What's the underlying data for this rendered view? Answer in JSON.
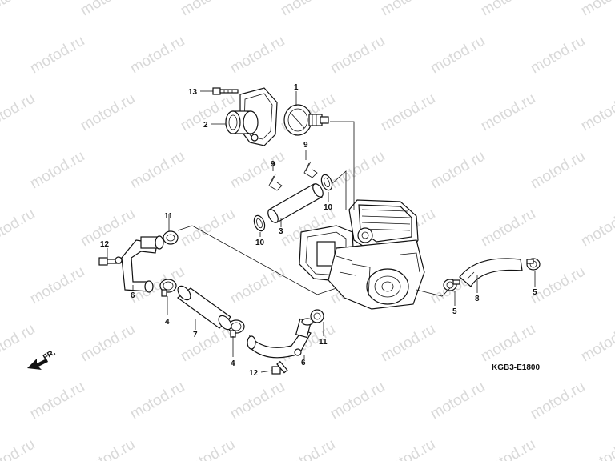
{
  "watermark": "motod.ru",
  "diagram_code": "KGB3-E1800",
  "direction_label": "FR.",
  "callouts": [
    "1",
    "2",
    "3",
    "4",
    "4",
    "5",
    "5",
    "6",
    "6",
    "7",
    "8",
    "9",
    "9",
    "10",
    "10",
    "11",
    "11",
    "12",
    "12",
    "13"
  ]
}
